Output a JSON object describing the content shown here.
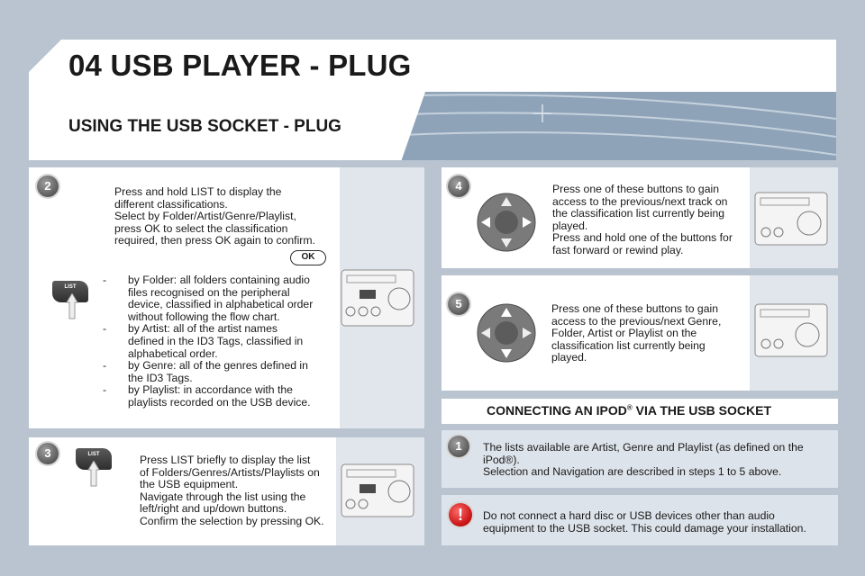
{
  "header": {
    "title": "04 USB PLAYER - PLUG",
    "section": "USING THE USB SOCKET - PLUG"
  },
  "steps": {
    "s2": {
      "number": "2",
      "lines": [
        "Press and hold LIST to display the",
        "different classifications.",
        "Select by Folder/Artist/Genre/Playlist,",
        "press OK to select the classification",
        "required, then press OK again to confirm."
      ],
      "ok_label": "OK",
      "list_label": "LIST",
      "bullets": [
        [
          "by Folder: all folders containing audio",
          "files recognised on the peripheral",
          "device, classified in alphabetical order",
          "without following the flow chart."
        ],
        [
          "by Artist: all of the artist names",
          "defined in the ID3 Tags, classified in",
          "alphabetical order."
        ],
        [
          "by Genre: all of the genres defined in",
          "the ID3 Tags."
        ],
        [
          "by Playlist: in accordance with the",
          "playlists recorded on the USB device."
        ]
      ]
    },
    "s3": {
      "number": "3",
      "list_label": "LIST",
      "lines": [
        "Press LIST briefly to display the list",
        "of Folders/Genres/Artists/Playlists on",
        "the USB equipment.",
        "Navigate through the list using the",
        "left/right and up/down buttons.",
        "Confirm the selection by pressing OK."
      ]
    },
    "s4": {
      "number": "4",
      "lines": [
        "Press one of these buttons to gain",
        "access to the previous/next track on",
        "the classification list currently being",
        "played.",
        "Press and hold one of the buttons for",
        "fast forward or rewind play."
      ]
    },
    "s5": {
      "number": "5",
      "lines": [
        "Press one of these buttons to gain",
        "access to the previous/next Genre,",
        "Folder, Artist or Playlist on the",
        "classification list currently being",
        "played."
      ]
    }
  },
  "connect": {
    "title_pre": "CONNECTING AN IPOD",
    "title_reg": "®",
    "title_post": " VIA THE USB SOCKET",
    "step_number": "1",
    "lines": [
      "The lists available are Artist, Genre and Playlist (as defined on the",
      "iPod®).",
      "Selection and Navigation are described in steps 1 to 5 above."
    ]
  },
  "warning": {
    "symbol": "!",
    "lines": [
      "Do not connect a hard disc or USB devices other than audio",
      "equipment to the USB socket. This could damage your installation."
    ]
  },
  "icons": {
    "radio": "radio-unit-icon",
    "hand": "pointing-hand-icon",
    "dpad": "direction-pad-icon"
  },
  "colors": {
    "background": "#b9c4d0",
    "banner": "#8fa3b8",
    "panel_grey": "#e1e6ec",
    "badge_step": "#5a5a5a",
    "badge_warning": "#c61010"
  }
}
